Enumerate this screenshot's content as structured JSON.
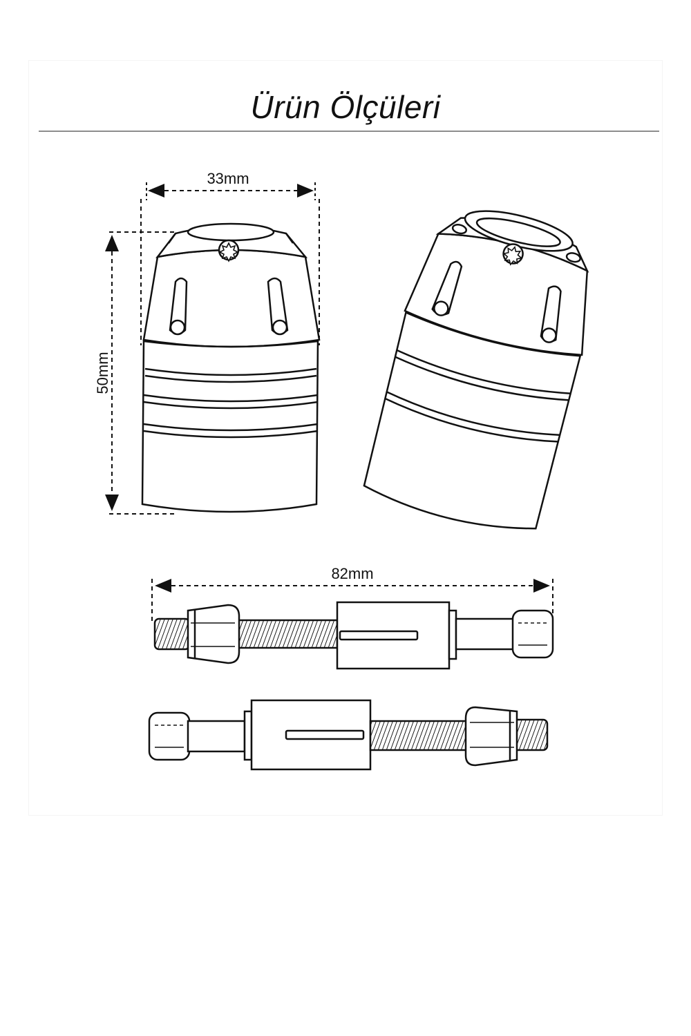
{
  "title": "Ürün Ölçüleri",
  "dimensions": {
    "width": "33mm",
    "height": "50mm",
    "bolt_length": "82mm"
  },
  "colors": {
    "line": "#111111",
    "fill": "#ffffff",
    "rule": "#8d8d8d"
  }
}
